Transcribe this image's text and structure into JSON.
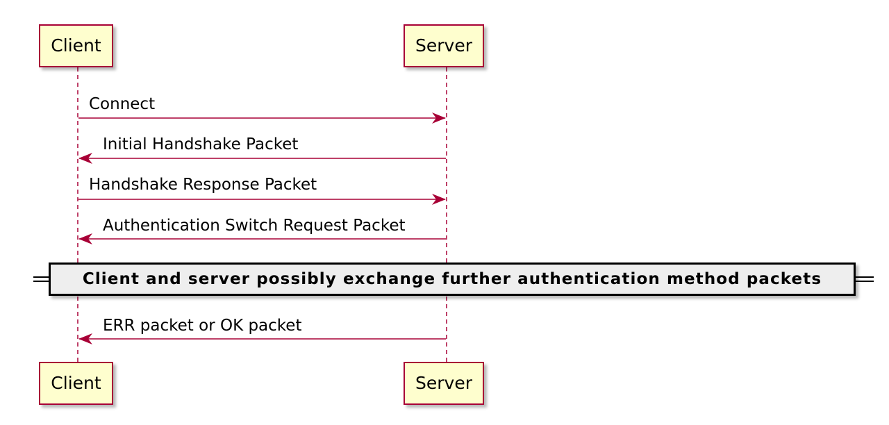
{
  "participants": {
    "client": "Client",
    "server": "Server"
  },
  "messages": [
    {
      "from": "client",
      "to": "server",
      "text": "Connect"
    },
    {
      "from": "server",
      "to": "client",
      "text": "Initial Handshake Packet"
    },
    {
      "from": "client",
      "to": "server",
      "text": "Handshake Response Packet"
    },
    {
      "from": "server",
      "to": "client",
      "text": "Authentication Switch Request Packet"
    },
    {
      "from": "server",
      "to": "client",
      "text": "ERR packet or OK packet"
    }
  ],
  "divider": {
    "text": "Client and server possibly exchange further authentication method packets"
  },
  "colors": {
    "line": "#a80036",
    "participant_fill": "#fefece",
    "divider_fill": "#eeeeee"
  }
}
